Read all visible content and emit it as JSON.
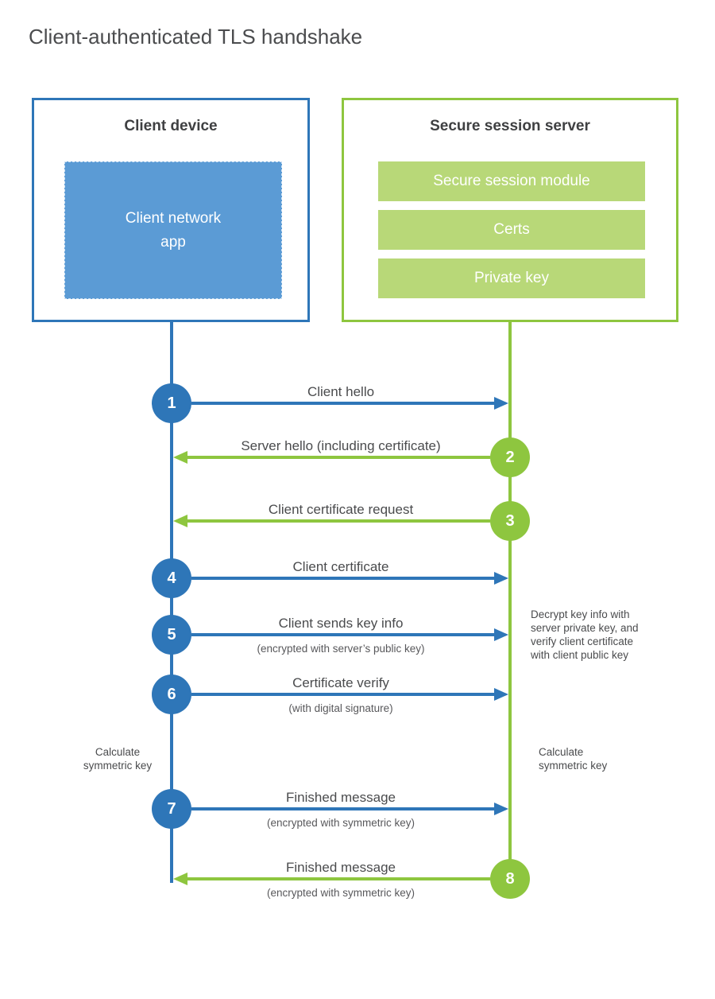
{
  "page": {
    "title": "Client-authenticated TLS handshake"
  },
  "colors": {
    "blue": "#2e76b8",
    "blue_light": "#5b9bd5",
    "green": "#8ec63f",
    "green_light": "#b8d878"
  },
  "client": {
    "heading": "Client device",
    "app_label": "Client network\napp"
  },
  "server": {
    "heading": "Secure session server",
    "modules": [
      "Secure session module",
      "Certs",
      "Private key"
    ]
  },
  "steps": [
    {
      "num": "1",
      "label": "Client hello",
      "direction": "client-to-server",
      "color": "blue"
    },
    {
      "num": "2",
      "label": "Server hello (including certificate)",
      "direction": "server-to-client",
      "color": "green"
    },
    {
      "num": "3",
      "label": "Client certificate request",
      "direction": "server-to-client",
      "color": "green"
    },
    {
      "num": "4",
      "label": "Client certificate",
      "direction": "client-to-server",
      "color": "blue"
    },
    {
      "num": "5",
      "label": "Client sends key info",
      "sub": "(encrypted with server’s public key)",
      "direction": "client-to-server",
      "color": "blue"
    },
    {
      "num": "6",
      "label": "Certificate verify",
      "sub": "(with digital signature)",
      "direction": "client-to-server",
      "color": "blue"
    },
    {
      "num": "7",
      "label": "Finished message",
      "sub": "(encrypted with symmetric key)",
      "direction": "client-to-server",
      "color": "blue"
    },
    {
      "num": "8",
      "label": "Finished message",
      "sub": "(encrypted with symmetric key)",
      "direction": "server-to-client",
      "color": "green"
    }
  ],
  "annotations": {
    "server_decrypt": "Decrypt key info with\nserver private key, and\nverify client certificate\nwith client public key",
    "client_calc": "Calculate\nsymmetric key",
    "server_calc": "Calculate\nsymmetric key"
  }
}
